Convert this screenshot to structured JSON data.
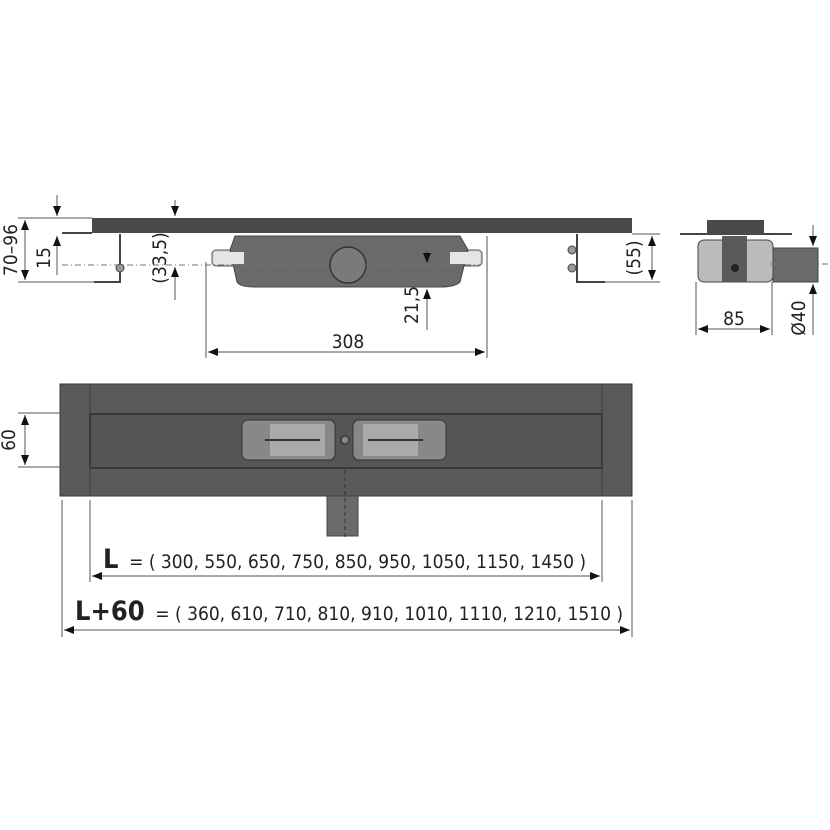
{
  "side_view": {
    "dim_height_range": "70–96",
    "dim_grate_height": "15",
    "dim_flange_offset": "(33,5)",
    "dim_outlet_offset": "21,5",
    "dim_body_length": "308",
    "dim_right_height": "(55)"
  },
  "end_view": {
    "dim_width": "85",
    "dim_outlet_diameter": "Ø40"
  },
  "plan_view": {
    "dim_width": "60",
    "length_label": "L",
    "length_values": "= ( 300, 550, 650, 750, 850, 950, 1050, 1150, 1450 )",
    "total_label": "L+60",
    "total_values": "= ( 360, 610, 710, 810, 910, 1010, 1110, 1210, 1510 )"
  },
  "colors": {
    "body": "#5a5a5a",
    "plate": "#4a4a4a",
    "light": "#bdbdbd"
  }
}
